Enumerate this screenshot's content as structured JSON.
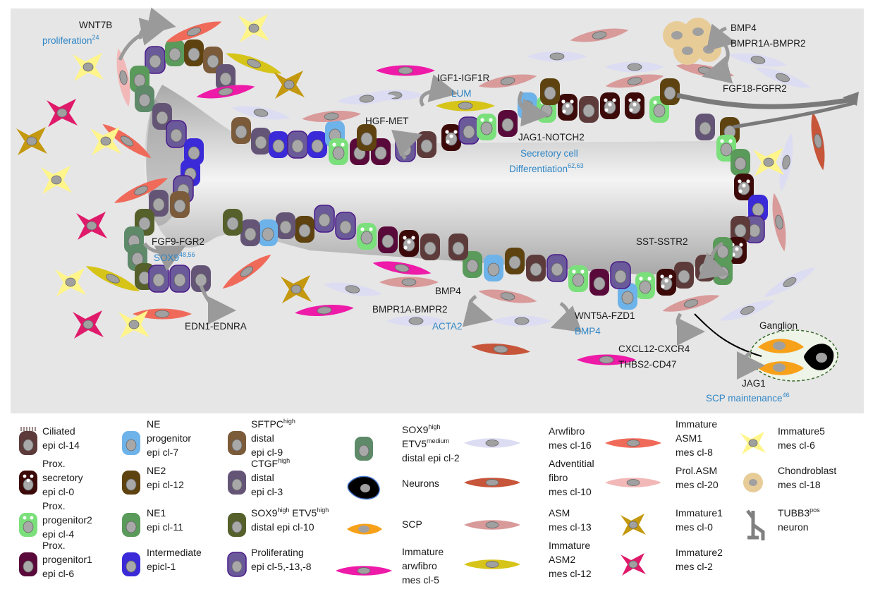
{
  "diagram": {
    "labels": {
      "wnt7b": "WNT7B",
      "proliferation": "proliferation",
      "proliferation_ref": "24",
      "igf1": "IGF1-IGF1R",
      "lum": "LUM",
      "hgf": "HGF-MET",
      "jag1_notch2": "JAG1-NOTCH2",
      "secretory1": "Secretory cell",
      "secretory2": "Differentiation",
      "secretory_ref": "62,63",
      "bmp4_top": "BMP4",
      "bmpr_top": "BMPR1A-BMPR2",
      "fgf18": "FGF18-FGFR2",
      "fgf9": "FGF9-FGR2",
      "sox9": "SOX9",
      "sox9_ref": "48,56",
      "edn1": "EDN1-EDNRA",
      "sst": "SST-SSTR2",
      "bmp4_mid": "BMP4",
      "bmpr_mid": "BMPR1A-BMPR2",
      "acta2": "ACTA2",
      "wnt5a": "WNT5A-FZD1",
      "bmp4_blue": "BMP4",
      "ganglion": "Ganglion",
      "cxcl12": "CXCL12-CXCR4",
      "thbs2": "THBS2-CD47",
      "jag1": "JAG1",
      "scp_maint": "SCP maintenance",
      "scp_ref": "46"
    }
  },
  "legend": [
    {
      "shape": "ciliated",
      "color": "#5e3b3b",
      "lines": [
        "Ciliated",
        "epi cl-14"
      ]
    },
    {
      "shape": "secretory",
      "color": "#3d0a0a",
      "lines": [
        "Prox.",
        "secretory",
        "epi cl-0"
      ]
    },
    {
      "shape": "prog2",
      "color": "#7be07b",
      "lines": [
        "Prox.",
        "progenitor2",
        "epi cl-4"
      ]
    },
    {
      "shape": "cell",
      "color": "#5a0a3a",
      "lines": [
        "Prox.",
        "progenitor1",
        "epi cl-6"
      ]
    },
    {
      "shape": "cell",
      "color": "#6db3ea",
      "lines": [
        "NE",
        "progenitor",
        "epi cl-7"
      ]
    },
    {
      "shape": "cell",
      "color": "#5e4310",
      "lines": [
        "NE2",
        "epi cl-12"
      ]
    },
    {
      "shape": "cell",
      "color": "#5a9a5a",
      "lines": [
        "NE1",
        "epi cl-11"
      ]
    },
    {
      "shape": "cell",
      "color": "#3a2ad8",
      "lines": [
        "Intermediate",
        "epicl-1"
      ]
    },
    {
      "shape": "cell",
      "color": "#7b5b3a",
      "lines": [
        "SFTPC",
        "distal",
        "epi cl-9"
      ],
      "sup": "high"
    },
    {
      "shape": "cell",
      "color": "#645577",
      "lines": [
        "CTGF",
        "distal",
        "epi cl-3"
      ],
      "sup": "high"
    },
    {
      "shape": "cell",
      "color": "#55602a",
      "lines": [
        "SOX9",
        "distal epi cl-10"
      ],
      "sup_pair": [
        "high",
        "ETV5",
        "high"
      ]
    },
    {
      "shape": "cell",
      "color": "#6a5a9a",
      "lines": [
        "Proliferating",
        "epi cl-5,-13,-8"
      ]
    },
    {
      "shape": "cell",
      "color": "#5e8a6a",
      "lines": [
        "SOX9",
        "ETV5",
        "distal epi cl-2"
      ],
      "sup_multi": [
        "high",
        "medium"
      ]
    },
    {
      "shape": "neuron",
      "color": "#000000",
      "lines": [
        "Neurons"
      ]
    },
    {
      "shape": "scp",
      "color": "#f7a11a",
      "lines": [
        "SCP"
      ]
    },
    {
      "shape": "fib",
      "color": "#ee1aa8",
      "lines": [
        "Immature",
        "arwfibro",
        "mes cl-5"
      ]
    },
    {
      "shape": "fib",
      "color": "#dcdcf2",
      "lines": [
        "Arwfibro",
        "mes cl-16"
      ]
    },
    {
      "shape": "fib",
      "color": "#c7553a",
      "lines": [
        "Adventitial",
        "fibro",
        "mes cl-10"
      ]
    },
    {
      "shape": "fib",
      "color": "#d99a9a",
      "lines": [
        "ASM",
        "mes cl-13"
      ]
    },
    {
      "shape": "fib",
      "color": "#d6c419",
      "lines": [
        "Immature",
        "ASM2",
        "mes cl-12"
      ]
    },
    {
      "shape": "fib",
      "color": "#f06a5a",
      "lines": [
        "Immature",
        "ASM1",
        "mes cl-8"
      ]
    },
    {
      "shape": "fib",
      "color": "#f2b8b8",
      "lines": [
        "Prol.ASM",
        "mes cl-20"
      ]
    },
    {
      "shape": "star",
      "color": "#c4980f",
      "lines": [
        "Immature1",
        "mes cl-0"
      ]
    },
    {
      "shape": "star",
      "color": "#e01a6a",
      "lines": [
        "Immature2",
        "mes cl-2"
      ]
    },
    {
      "shape": "star",
      "color": "#fff58a",
      "lines": [
        "Immature5",
        "mes cl-6"
      ]
    },
    {
      "shape": "chondro",
      "color": "#e8cc98",
      "lines": [
        "Chondroblast",
        "mes cl-18"
      ]
    },
    {
      "shape": "tubb3",
      "color": "#808080",
      "lines": [
        "TUBB3",
        "neuron"
      ],
      "sup": "pos"
    }
  ]
}
